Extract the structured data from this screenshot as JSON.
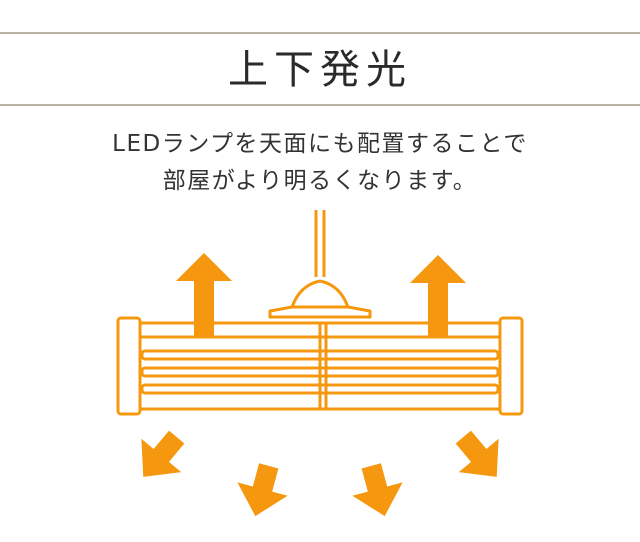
{
  "title": "上下発光",
  "description": {
    "line1": "LEDランプを天面にも配置することで",
    "line2": "部屋がより明るくなります。"
  },
  "colors": {
    "accent": "#f5980f",
    "rule": "#b9b3a3",
    "text": "#2a2a2a",
    "background": "#ffffff"
  },
  "icons": [
    "up-arrow-icon",
    "down-arrow-icon",
    "ceiling-light-icon"
  ]
}
